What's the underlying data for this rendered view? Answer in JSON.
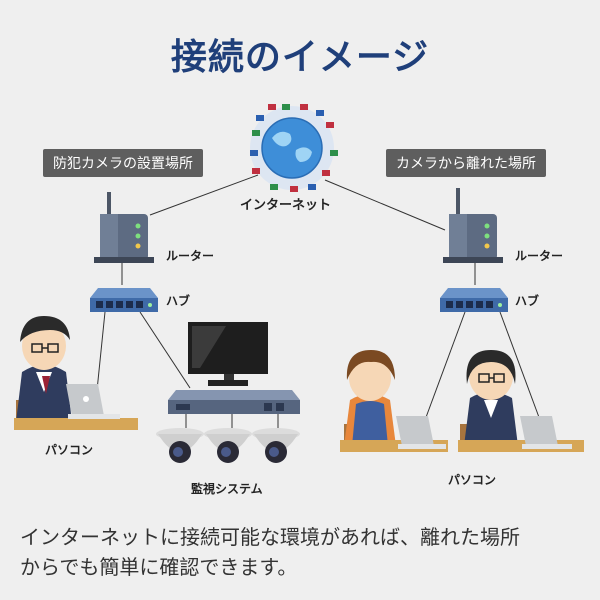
{
  "title": "接続のイメージ",
  "nodes": {
    "internet_label": "インターネット",
    "left_location": "防犯カメラの設置場所",
    "right_location": "カメラから離れた場所",
    "left_router": "ルーター",
    "right_router": "ルーター",
    "left_hub": "ハブ",
    "right_hub": "ハブ",
    "left_pc": "パソコン",
    "right_pc": "パソコン",
    "monitoring_system": "監視システム"
  },
  "caption": {
    "line1": "インターネットに接続可能な環境があれば、離れた場所",
    "line2": "からでも簡単に確認できます。"
  },
  "colors": {
    "title": "#1f3f7a",
    "tag_bg": "#5e5e5e",
    "router": "#5d6b82",
    "hub": "#3f6aa8",
    "background": "#efefef"
  }
}
